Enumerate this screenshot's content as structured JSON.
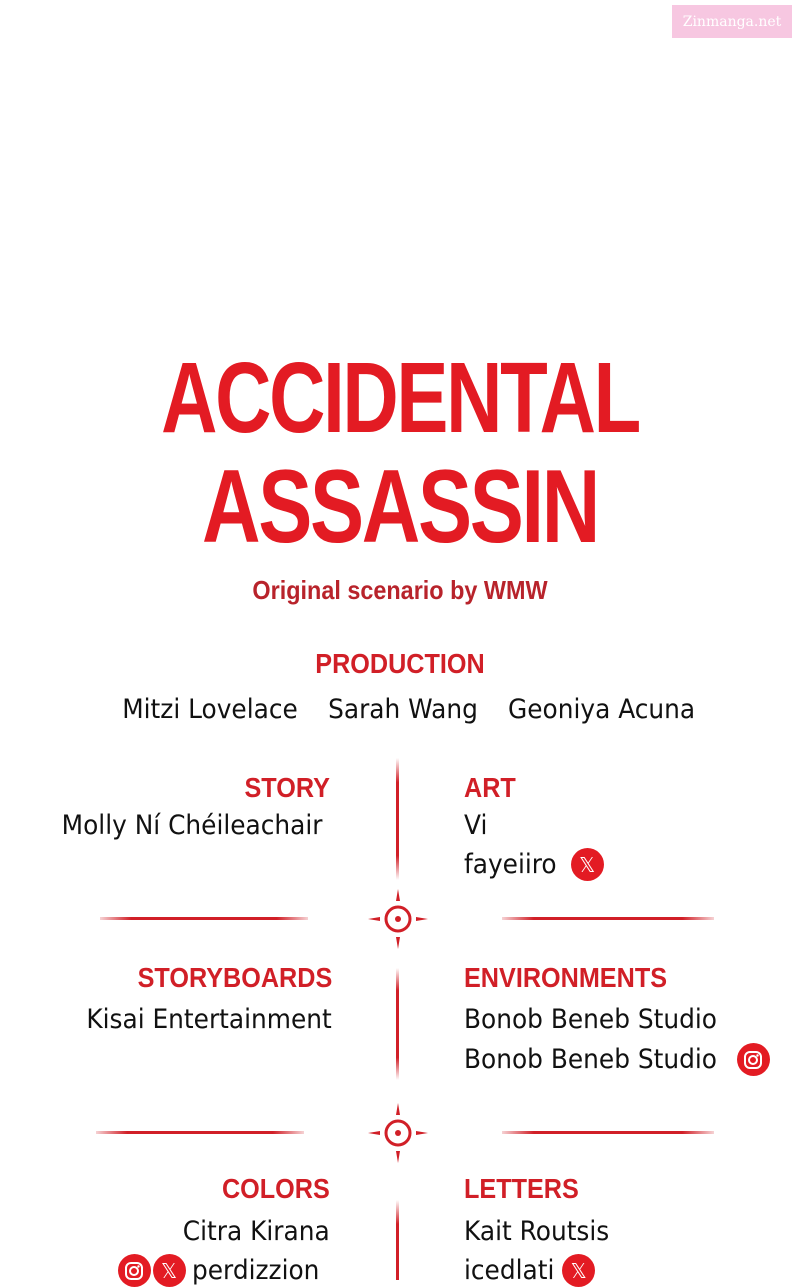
{
  "watermark": "Zinmanga.net",
  "title": {
    "line1": "ACCIDENTAL",
    "line2": "ASSASSIN"
  },
  "subtitle": "Original scenario by WMW",
  "production": {
    "heading": "PRODUCTION",
    "names": [
      "Mitzi Lovelace",
      "Sarah Wang",
      "Geoniya Acuna"
    ]
  },
  "story": {
    "heading": "STORY",
    "name": "Molly Ní Chéileachair"
  },
  "art": {
    "heading": "ART",
    "name": "Vi",
    "handle": "fayeiiro"
  },
  "storyboards": {
    "heading": "STORYBOARDS",
    "name": "Kisai Entertainment"
  },
  "environments": {
    "heading": "ENVIRONMENTS",
    "name": "Bonob Beneb Studio",
    "handle": "Bonob Beneb Studio"
  },
  "colors": {
    "heading": "COLORS",
    "name": "Citra Kirana",
    "handle": "perdizzion"
  },
  "letters": {
    "heading": "LETTERS",
    "name": "Kait Routsis",
    "handle": "icedlati"
  },
  "icons": {
    "x": "x-icon",
    "instagram": "instagram-icon",
    "crosshair": "crosshair-icon",
    "accent_color": "#e31b23"
  }
}
